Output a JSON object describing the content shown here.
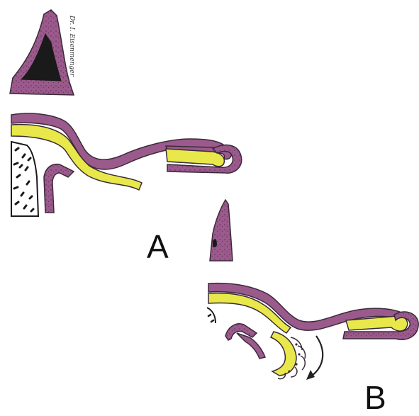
{
  "figure": {
    "panels": [
      {
        "label": "A"
      },
      {
        "label": "B"
      }
    ],
    "signature": "Dr. I. Eisenmenger"
  },
  "colors": {
    "mucosa_purple": "#9b5a8c",
    "mucosa_speckle": "#6f3566",
    "fascia_yellow": "#e8e84a",
    "outline": "#3a2a3a",
    "bone_black": "#1a1a1a",
    "arrow": "#222222"
  },
  "icons": {
    "rotation_arrow": "curved-arrow-icon"
  }
}
